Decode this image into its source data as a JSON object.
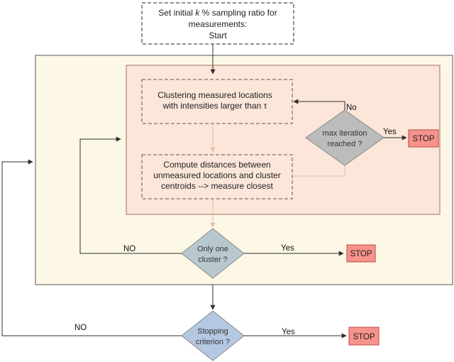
{
  "start": {
    "line1_pre": "Set initial ",
    "line1_k": "k",
    "line1_post": " % sampling ratio for",
    "line2": "measurements:",
    "line3": "Start"
  },
  "cluster_box": {
    "line1": "Clustering measured locations",
    "line2": "with intensities larger than τ"
  },
  "distance_box": {
    "line1": "Compute distances between",
    "line2": "unmeasured locations and cluster",
    "line3": "centroids --> measure closest"
  },
  "max_iter": {
    "line1": "max iteration",
    "line2": "reached ?",
    "yes_label": "Yes",
    "no_label": "No",
    "stop_label": "STOP"
  },
  "one_cluster": {
    "line1": "Only one",
    "line2": "cluster ?",
    "yes_label": "Yes",
    "no_label": "NO",
    "stop_label": "STOP"
  },
  "stopping": {
    "line1": "Stopping",
    "line2": "criterion ?",
    "yes_label": "Yes",
    "no_label": "NO",
    "stop_label": "STOP"
  },
  "colors": {
    "outer_fill": "#fdf8e6",
    "inner_fill": "#fbe6d9",
    "gray_diamond": "#bcbcbc",
    "slate_diamond": "#b9c8cf",
    "blue_diamond": "#b4c8e2",
    "stop_fill": "#f7928c",
    "stop_border": "#b94a42",
    "line": "#2e2e2e"
  }
}
